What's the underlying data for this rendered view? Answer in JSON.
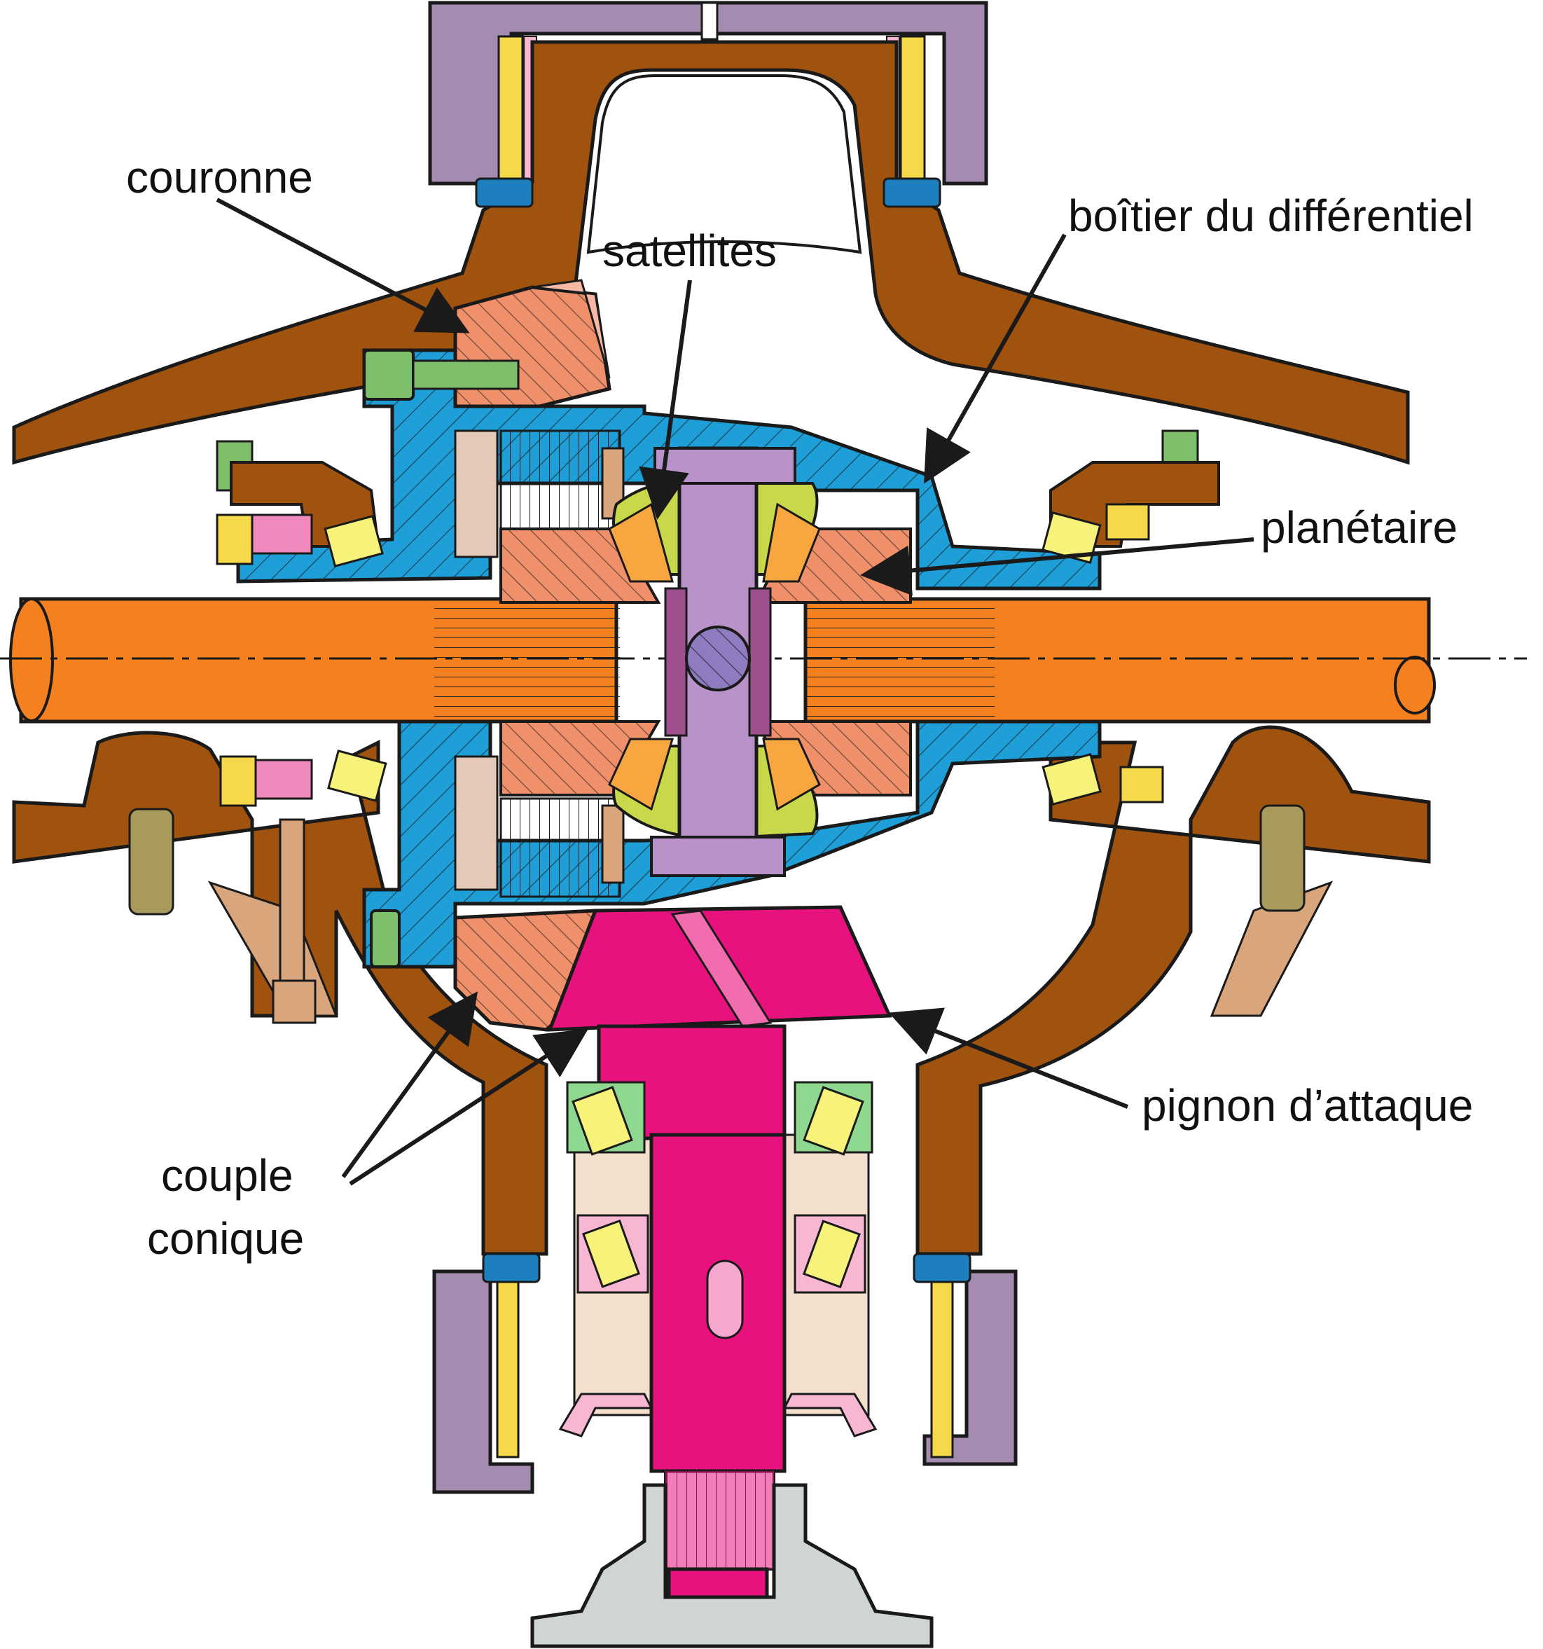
{
  "labels": {
    "couronne": "couronne",
    "satellites": "satellites",
    "boitier": "boîtier du différentiel",
    "planetaire": "planétaire",
    "pignon": "pignon d’attaque",
    "couple_line1": "couple",
    "couple_line2": "conique"
  },
  "colors": {
    "housing": "#A0520F",
    "housing_light": "#D9A57C",
    "case": "#1E9FD8",
    "shaft": "#F5801F",
    "ring_gear": "#F0906A",
    "pinion": "#E8127F",
    "planet_pin": "#B892C8",
    "satellite": "#F7A640",
    "cover": "#A48BB0",
    "bearing_roller": "#F7F27A",
    "bearing_cage": "#8FD88F",
    "bolt": "#7DBF6A",
    "flange": "#CFD6D2",
    "dark": "#1A1A1A"
  }
}
